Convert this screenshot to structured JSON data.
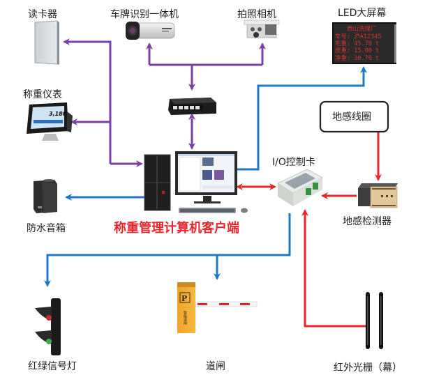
{
  "diagram": {
    "title": "称重管理计算机客户端",
    "colors": {
      "purple": "#7a3fa8",
      "blue": "#1f78c8",
      "red": "#e8262b",
      "label": "#222222"
    },
    "devices": {
      "card_reader": {
        "label": "读卡器",
        "icon": "card-reader-icon"
      },
      "plate_camera": {
        "label": "车牌识别一体机",
        "icon": "bullet-camera-icon"
      },
      "photo_camera": {
        "label": "拍照相机",
        "icon": "camera-icon"
      },
      "led_screen": {
        "label": "LED大屏幕",
        "icon": "led-display-icon",
        "lines": [
          "西山洗煤厂",
          "车号:  沪A12345",
          "毛重:    45.70  t",
          "皮重:    15.00  t",
          "净重:    30.70  t"
        ]
      },
      "weighing_indicator": {
        "label": "称重仪表",
        "icon": "weighing-indicator-icon",
        "readout": "3,180."
      },
      "network_switch": {
        "label": "",
        "icon": "network-switch-icon"
      },
      "speaker": {
        "label": "防水音箱",
        "icon": "speaker-icon"
      },
      "computer": {
        "label": "称重管理计算机客户端",
        "icon": "computer-icon"
      },
      "io_card": {
        "label": "I/O控制卡",
        "icon": "io-card-icon"
      },
      "loop_coil": {
        "label": "地感线圈"
      },
      "loop_detector": {
        "label": "地感检测器",
        "icon": "loop-detector-icon"
      },
      "traffic_light": {
        "label": "红绿信号灯",
        "icon": "traffic-light-icon"
      },
      "barrier_gate": {
        "label": "道闸",
        "icon": "barrier-gate-icon",
        "sign": "P",
        "text": "智能道闸"
      },
      "infrared_grating": {
        "label": "红外光栅（幕）",
        "icon": "infrared-grating-icon"
      }
    }
  }
}
